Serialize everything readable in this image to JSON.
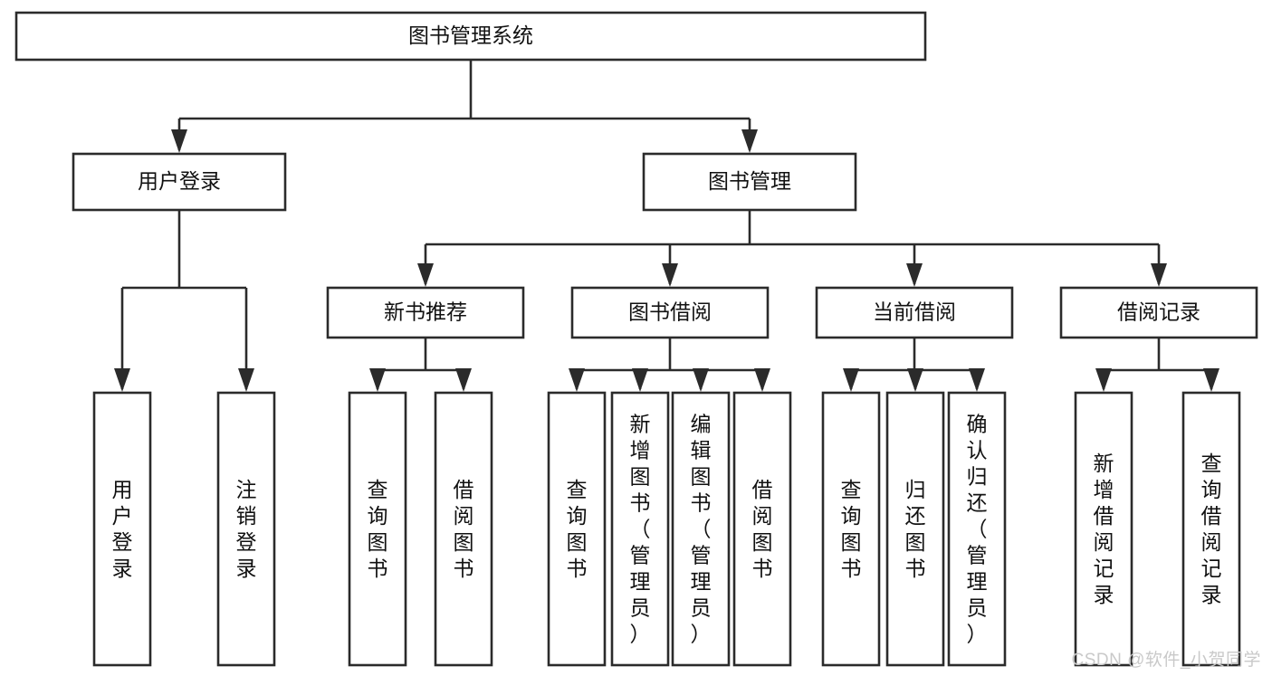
{
  "diagram": {
    "type": "tree",
    "title": "图书管理系统",
    "orientation": "top-down",
    "colors": {
      "background": "#ffffff",
      "box_fill": "#ffffff",
      "box_stroke": "#2b2b2b",
      "connector": "#2b2b2b",
      "text": "#111111",
      "watermark": "#c9c9c9"
    },
    "nodes": {
      "root": {
        "label": "图书管理系统",
        "orientation": "horizontal"
      },
      "level2": [
        {
          "id": "user-login",
          "label": "用户登录",
          "orientation": "horizontal"
        },
        {
          "id": "book-management",
          "label": "图书管理",
          "orientation": "horizontal"
        }
      ],
      "level3": [
        {
          "id": "new-book-recommend",
          "label": "新书推荐",
          "orientation": "horizontal"
        },
        {
          "id": "book-borrow",
          "label": "图书借阅",
          "orientation": "horizontal"
        },
        {
          "id": "current-borrow",
          "label": "当前借阅",
          "orientation": "horizontal"
        },
        {
          "id": "borrow-record",
          "label": "借阅记录",
          "orientation": "horizontal"
        }
      ],
      "leaves": [
        {
          "id": "leaf-user-login",
          "parent": "user-login",
          "label": "用户登录",
          "orientation": "vertical"
        },
        {
          "id": "leaf-user-logout",
          "parent": "user-login",
          "label": "注销登录",
          "orientation": "vertical"
        },
        {
          "id": "leaf-query-book-1",
          "parent": "new-book-recommend",
          "label": "查询图书",
          "orientation": "vertical"
        },
        {
          "id": "leaf-borrow-book-1",
          "parent": "new-book-recommend",
          "label": "借阅图书",
          "orientation": "vertical"
        },
        {
          "id": "leaf-query-book-2",
          "parent": "book-borrow",
          "label": "查询图书",
          "orientation": "vertical"
        },
        {
          "id": "leaf-add-book",
          "parent": "book-borrow",
          "label": "新增图书（管理员）",
          "orientation": "vertical"
        },
        {
          "id": "leaf-edit-book",
          "parent": "book-borrow",
          "label": "编辑图书（管理员）",
          "orientation": "vertical"
        },
        {
          "id": "leaf-borrow-book-2",
          "parent": "book-borrow",
          "label": "借阅图书",
          "orientation": "vertical"
        },
        {
          "id": "leaf-query-book-3",
          "parent": "current-borrow",
          "label": "查询图书",
          "orientation": "vertical"
        },
        {
          "id": "leaf-return-book",
          "parent": "current-borrow",
          "label": "归还图书",
          "orientation": "vertical"
        },
        {
          "id": "leaf-confirm-return",
          "parent": "current-borrow",
          "label": "确认归还（管理员）",
          "orientation": "vertical"
        },
        {
          "id": "leaf-add-record",
          "parent": "borrow-record",
          "label": "新增借阅记录",
          "orientation": "vertical"
        },
        {
          "id": "leaf-query-record",
          "parent": "borrow-record",
          "label": "查询借阅记录",
          "orientation": "vertical"
        }
      ]
    }
  },
  "watermark": {
    "text": "CSDN @软件_小贺同学"
  }
}
